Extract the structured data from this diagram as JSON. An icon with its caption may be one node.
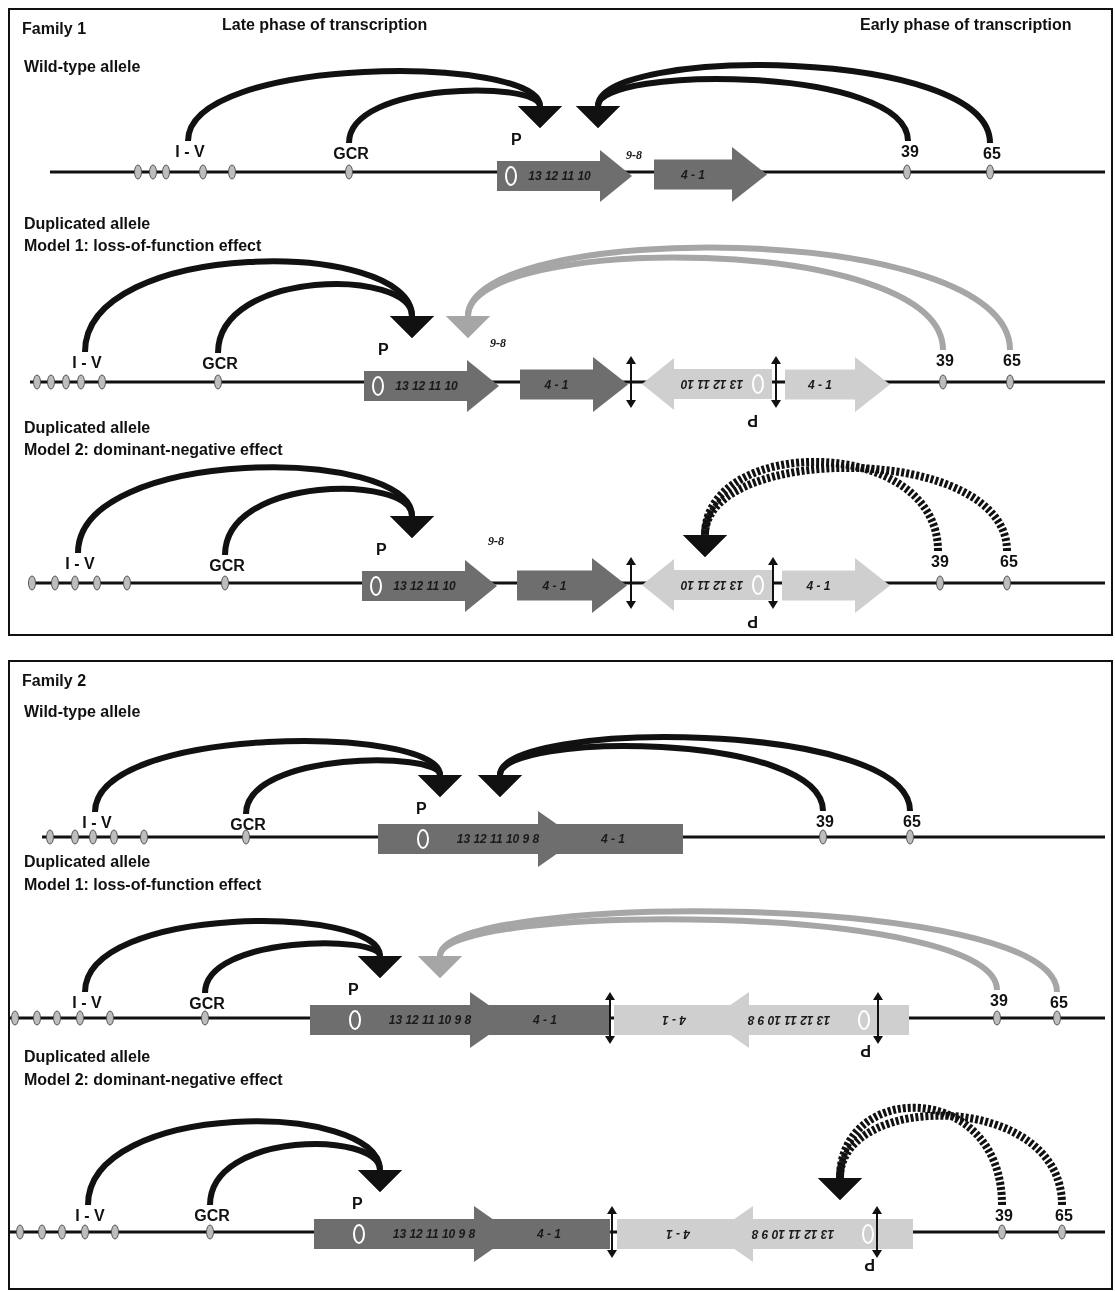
{
  "diagram": {
    "nodes": [
      {
        "text": [
          "Family 1"
        ]
      },
      {
        "text": [
          "I - V"
        ],
        "in": 0
      },
      {
        "text": [
          "GCR"
        ],
        "in": 0
      },
      {
        "text": [
          "P",
          "13 12 11 10"
        ],
        "in": 0
      },
      {
        "text": [
          "4 - 1"
        ],
        "in": 0
      },
      {
        "text": [
          "39"
        ],
        "in": 0
      },
      {
        "text": [
          "65"
        ],
        "in": 0
      },
      {
        "text": [
          "I - V"
        ],
        "in": 0
      },
      {
        "text": [
          "GCR"
        ],
        "in": 0
      },
      {
        "text": [
          "P",
          "13 12 11 10"
        ],
        "in": 0
      },
      {
        "text": [
          "4 - 1"
        ],
        "in": 0
      },
      {
        "text": [
          "P",
          "13 12 11 10"
        ],
        "in": 0
      },
      {
        "text": [
          "4 - 1"
        ],
        "in": 0
      },
      {
        "text": [
          "39"
        ],
        "in": 0
      },
      {
        "text": [
          "65"
        ],
        "in": 0
      },
      {
        "text": [
          "I - V"
        ],
        "in": 0
      },
      {
        "text": [
          "GCR"
        ],
        "in": 0
      },
      {
        "text": [
          "P",
          "13 12 11 10"
        ],
        "in": 0
      },
      {
        "text": [
          "4 - 1"
        ],
        "in": 0
      },
      {
        "text": [
          "P",
          "13 12 11 10"
        ],
        "in": 0
      },
      {
        "text": [
          "4 - 1"
        ],
        "in": 0
      },
      {
        "text": [
          "39"
        ],
        "in": 0
      },
      {
        "text": [
          "65"
        ],
        "in": 0
      },
      {
        "text": [
          "Family 2"
        ]
      },
      {
        "text": [
          "I - V"
        ],
        "in": 23
      },
      {
        "text": [
          "GCR"
        ],
        "in": 23
      },
      {
        "text": [
          "P",
          "13 12 11 10 9 8",
          "4 - 1"
        ],
        "in": 23
      },
      {
        "text": [
          "39"
        ],
        "in": 23
      },
      {
        "text": [
          "65"
        ],
        "in": 23
      },
      {
        "text": [
          "I - V"
        ],
        "in": 23
      },
      {
        "text": [
          "GCR"
        ],
        "in": 23
      },
      {
        "text": [
          "P",
          "13 12 11 10 9 8",
          "4 - 1"
        ],
        "in": 23
      },
      {
        "text": [
          "P",
          "13 12 11 10 9 8",
          "4 - 1"
        ],
        "in": 23
      },
      {
        "text": [
          "39"
        ],
        "in": 23
      },
      {
        "text": [
          "65"
        ],
        "in": 23
      },
      {
        "text": [
          "I - V"
        ],
        "in": 23
      },
      {
        "text": [
          "GCR"
        ],
        "in": 23
      },
      {
        "text": [
          "P",
          "13 12 11 10 9 8",
          "4 - 1"
        ],
        "in": 23
      },
      {
        "text": [
          "P",
          "13 12 11 10 9 8",
          "4 - 1"
        ],
        "in": 23
      },
      {
        "text": [
          "39"
        ],
        "in": 23
      },
      {
        "text": [
          "65"
        ],
        "in": 23
      }
    ],
    "edges": [
      {
        "from": 1,
        "to": 3,
        "arrow": "to"
      },
      {
        "from": 2,
        "to": 3,
        "arrow": "to"
      },
      {
        "from": 5,
        "to": 3,
        "arrow": "to"
      },
      {
        "from": 6,
        "to": 3,
        "arrow": "to"
      },
      {
        "from": 7,
        "to": 9,
        "arrow": "to"
      },
      {
        "from": 8,
        "to": 9,
        "arrow": "to"
      },
      {
        "from": 13,
        "to": 9,
        "arrow": "to",
        "color": "#a6a6a6"
      },
      {
        "from": 14,
        "to": 9,
        "arrow": "to",
        "color": "#a6a6a6"
      },
      {
        "from": 15,
        "to": 17,
        "arrow": "to"
      },
      {
        "from": 16,
        "to": 17,
        "arrow": "to"
      },
      {
        "from": 21,
        "to": 19,
        "arrow": "to",
        "style": "dashed"
      },
      {
        "from": 22,
        "to": 19,
        "arrow": "to",
        "style": "dashed"
      },
      {
        "from": 24,
        "to": 26,
        "arrow": "to"
      },
      {
        "from": 25,
        "to": 26,
        "arrow": "to"
      },
      {
        "from": 27,
        "to": 26,
        "arrow": "to"
      },
      {
        "from": 28,
        "to": 26,
        "arrow": "to"
      },
      {
        "from": 29,
        "to": 31,
        "arrow": "to"
      },
      {
        "from": 30,
        "to": 31,
        "arrow": "to"
      },
      {
        "from": 33,
        "to": 31,
        "arrow": "to",
        "color": "#a6a6a6"
      },
      {
        "from": 34,
        "to": 31,
        "arrow": "to",
        "color": "#a6a6a6"
      },
      {
        "from": 35,
        "to": 37,
        "arrow": "to"
      },
      {
        "from": 36,
        "to": 37,
        "arrow": "to"
      },
      {
        "from": 39,
        "to": 38,
        "arrow": "to",
        "style": "dashed"
      },
      {
        "from": 40,
        "to": 38,
        "arrow": "to",
        "style": "dashed"
      }
    ],
    "labels": [
      "Late phase of transcription",
      "Early phase of transcription",
      "Wild-type allele",
      "9-8",
      "Duplicated allele",
      "Model 1: loss-of-function effect",
      "9-8",
      "Duplicated allele",
      "Model 2: dominant-negative effect",
      "9-8",
      "Wild-type allele",
      "Duplicated allele",
      "Model 1: loss-of-function effect",
      "Duplicated allele",
      "Model 2: dominant-negative effect"
    ]
  }
}
